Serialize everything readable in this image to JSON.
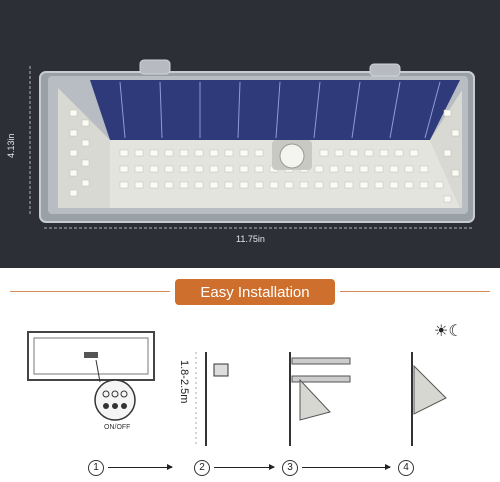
{
  "dimensions": {
    "width_label": "11.75in",
    "height_label": "4.13in"
  },
  "installation": {
    "banner": "Easy Installation",
    "steps": [
      "1",
      "2",
      "3",
      "4"
    ],
    "mount_height": "1.8-2.5m",
    "switch_label": "ON/OFF"
  },
  "colors": {
    "top_bg": "#2d2f36",
    "banner": "#cf6f2e",
    "panel": "#2e3a7a",
    "led": "#f0f0e6"
  },
  "icons": [
    "sun-moon-icon",
    "motion-sensor-icon"
  ]
}
